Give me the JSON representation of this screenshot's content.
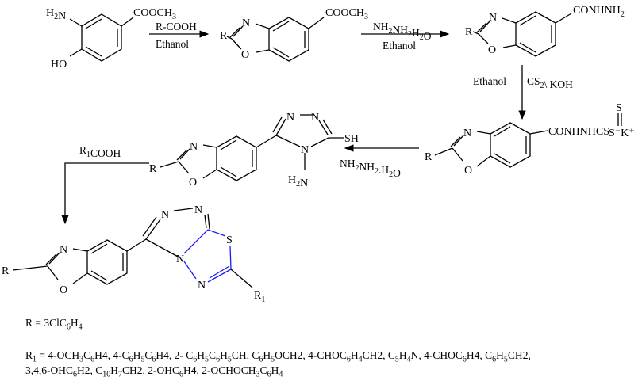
{
  "compounds": {
    "c1": {
      "amino": "H2N",
      "ester": "COOCH3",
      "hydroxy": "HO"
    },
    "c2": {
      "r": "R",
      "n": "N",
      "o": "O",
      "ester": "COOCH3"
    },
    "c3": {
      "r": "R",
      "n": "N",
      "o": "O",
      "hydrazide": "CONHNH2"
    },
    "c4": {
      "r": "R",
      "n": "N",
      "o": "O",
      "salt": "CONHNHCS",
      "s_top": "S",
      "ion": "S⁻K⁺"
    },
    "c5": {
      "r": "R",
      "n": "N",
      "o": "O",
      "n1": "N",
      "n2": "N",
      "n3": "N",
      "sh": "SH",
      "nh2": "H2N"
    },
    "c6": {
      "r": "R",
      "r1": "R1",
      "n": "N",
      "o": "O",
      "n1": "N",
      "n2": "N",
      "n3": "N",
      "n4": "N",
      "s": "S"
    }
  },
  "reagents": {
    "step1_top": "R-COOH",
    "step1_bottom": "Ethanol",
    "step2_top": "NH2NH2H2O",
    "step2_bottom": "Ethanol",
    "step3_left": "Ethanol",
    "step3_right": "CS2\\ KOH",
    "step4": "NH2NH2.H2O",
    "step5": "R1COOH"
  },
  "footnotes": {
    "r_definition": "R = 3ClC6H4",
    "r1_line1": "R1 = 4-OCH3C6H4, 4-C6H5C6H4, 2- C6H5C6H5CH, C6H5OCH2, 4-CHOC6H4CH2, C5H4N, 4-CHOC6H4, C6H5CH2,",
    "r1_line2": "3,4,6-OHC6H2, C10H7CH2, 2-OHC6H4, 2-OCHOCH3C6H4"
  }
}
